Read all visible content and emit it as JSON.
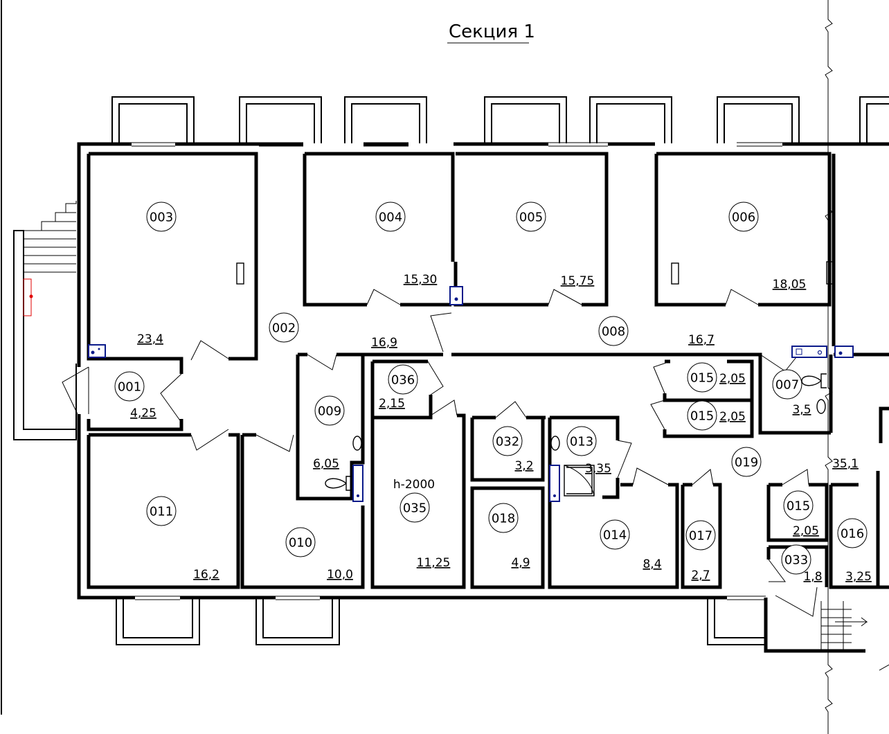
{
  "title": "Секция 1",
  "rooms": [
    {
      "id": "001",
      "area": "4,25"
    },
    {
      "id": "002",
      "area": "16,9"
    },
    {
      "id": "003",
      "area": "23,4"
    },
    {
      "id": "004",
      "area": "15,30"
    },
    {
      "id": "005",
      "area": "15,75"
    },
    {
      "id": "006",
      "area": "18,05"
    },
    {
      "id": "007",
      "area": "3,5"
    },
    {
      "id": "008",
      "area": "16,7"
    },
    {
      "id": "009",
      "area": "6,05"
    },
    {
      "id": "010",
      "area": "10,0"
    },
    {
      "id": "011",
      "area": "16,2"
    },
    {
      "id": "013",
      "area": "3,35"
    },
    {
      "id": "014",
      "area": "8,4"
    },
    {
      "id": "015",
      "area": "2,05"
    },
    {
      "id": "015",
      "area": "2,05"
    },
    {
      "id": "015",
      "area": "2,05"
    },
    {
      "id": "016",
      "area": "3,25"
    },
    {
      "id": "017",
      "area": "2,7"
    },
    {
      "id": "018",
      "area": "4,9"
    },
    {
      "id": "019",
      "area": "35,1"
    },
    {
      "id": "032",
      "area": "3,2"
    },
    {
      "id": "033",
      "area": "1,8"
    },
    {
      "id": "035",
      "area": "11,25",
      "note": "h-2000"
    },
    {
      "id": "036",
      "area": "2,15"
    }
  ]
}
